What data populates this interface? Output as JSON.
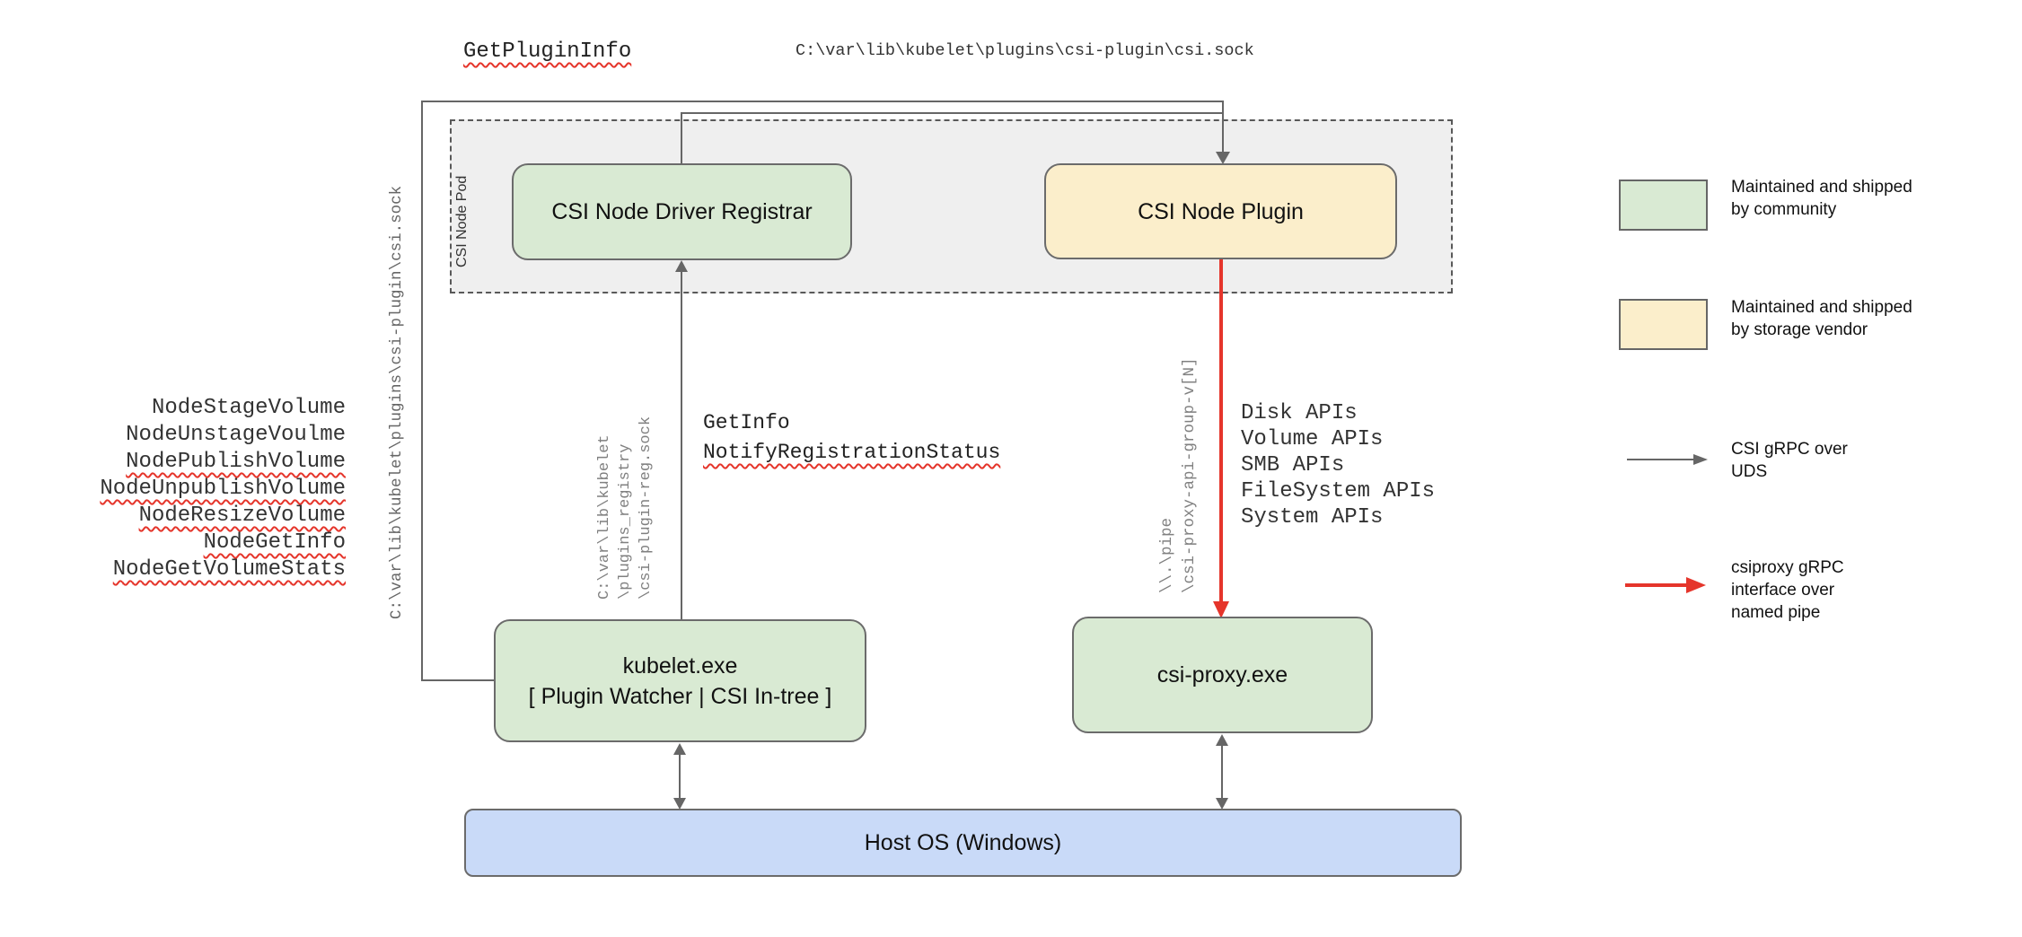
{
  "nodes": {
    "pod_label": "CSI Node Pod",
    "registrar": "CSI Node Driver Registrar",
    "plugin": "CSI Node Plugin",
    "kubelet_line1": "kubelet.exe",
    "kubelet_line2": "[ Plugin Watcher | CSI In-tree ]",
    "csi_proxy": "csi-proxy.exe",
    "host_os": "Host OS (Windows)"
  },
  "edge_labels": {
    "get_plugin_info": "GetPluginInfo",
    "csi_sock_top": "C:\\var\\lib\\kubelet\\plugins\\csi-plugin\\csi.sock",
    "csi_sock_left_rotated": "C:\\var\\lib\\kubelet\\plugins\\csi-plugin\\csi.sock",
    "node_rpcs": [
      "NodeStageVolume",
      "NodeUnstageVoulme",
      "NodePublishVolume",
      "NodeUnpublishVolume",
      "NodeResizeVolume",
      "NodeGetInfo",
      "NodeGetVolumeStats"
    ],
    "registry_sock_lines": [
      "C:\\var\\lib\\kubelet",
      "\\plugins_registry",
      "\\csi-plugin-reg.sock"
    ],
    "get_info": "GetInfo",
    "notify_registration_status": "NotifyRegistrationStatus",
    "pipe_lines": [
      "\\\\.\\pipe",
      "\\csi-proxy-api-group-v[N]"
    ],
    "proxy_apis": [
      "Disk APIs",
      "Volume APIs",
      "SMB APIs",
      "FileSystem APIs",
      "System APIs"
    ]
  },
  "legend": {
    "community": "Maintained and shipped\nby community",
    "vendor": "Maintained and shipped\nby storage vendor",
    "uds": "CSI gRPC over\nUDS",
    "pipe": "csiproxy gRPC\ninterface over\nnamed pipe"
  },
  "colors": {
    "green": "#d9ead3",
    "yellow": "#fbeecb",
    "blue": "#c9daf8",
    "pod": "#efefef",
    "edge": "#666666",
    "red": "#e5352b"
  }
}
